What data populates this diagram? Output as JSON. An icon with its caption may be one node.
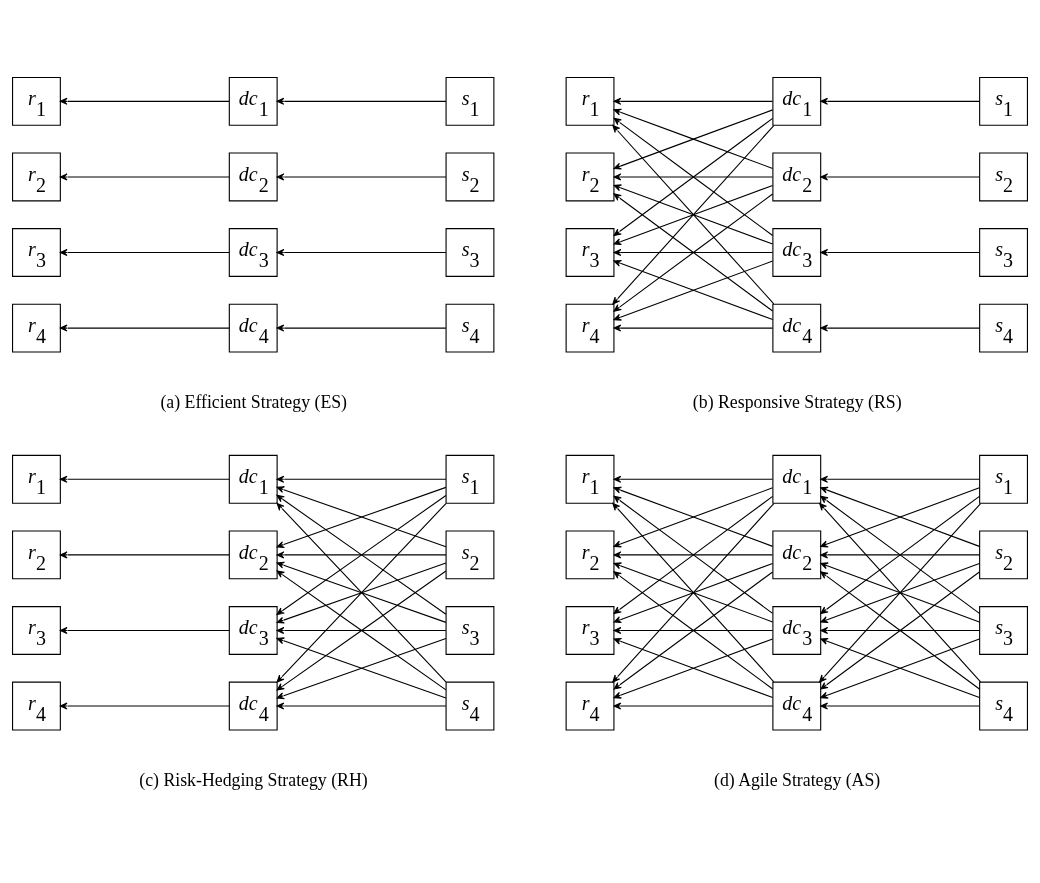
{
  "diagram": {
    "nodes": [
      {
        "text": [
          "r$_{1}$"
        ]
      },
      {
        "text": [
          "dc$_{1}$"
        ]
      },
      {
        "text": [
          "s$_{1}$"
        ]
      },
      {
        "text": [
          "r$_{2}$"
        ]
      },
      {
        "text": [
          "dc$_{2}$"
        ]
      },
      {
        "text": [
          "s$_{2}$"
        ]
      },
      {
        "text": [
          "r$_{3}$"
        ]
      },
      {
        "text": [
          "dc$_{3}$"
        ]
      },
      {
        "text": [
          "s$_{3}$"
        ]
      },
      {
        "text": [
          "r$_{4}$"
        ]
      },
      {
        "text": [
          "dc$_{4}$"
        ]
      },
      {
        "text": [
          "s$_{4}$"
        ]
      },
      {
        "text": [
          "r$_{1}$"
        ]
      },
      {
        "text": [
          "dc$_{1}$"
        ]
      },
      {
        "text": [
          "s$_{1}$"
        ]
      },
      {
        "text": [
          "r$_{2}$"
        ]
      },
      {
        "text": [
          "dc$_{2}$"
        ]
      },
      {
        "text": [
          "s$_{2}$"
        ]
      },
      {
        "text": [
          "r$_{3}$"
        ]
      },
      {
        "text": [
          "dc$_{3}$"
        ]
      },
      {
        "text": [
          "s$_{3}$"
        ]
      },
      {
        "text": [
          "r$_{4}$"
        ]
      },
      {
        "text": [
          "dc$_{4}$"
        ]
      },
      {
        "text": [
          "s$_{4}$"
        ]
      },
      {
        "text": [
          "r$_{1}$"
        ]
      },
      {
        "text": [
          "dc$_{1}$"
        ]
      },
      {
        "text": [
          "s$_{1}$"
        ]
      },
      {
        "text": [
          "r$_{2}$"
        ]
      },
      {
        "text": [
          "dc$_{2}$"
        ]
      },
      {
        "text": [
          "s$_{2}$"
        ]
      },
      {
        "text": [
          "r$_{3}$"
        ]
      },
      {
        "text": [
          "dc$_{3}$"
        ]
      },
      {
        "text": [
          "s$_{3}$"
        ]
      },
      {
        "text": [
          "r$_{4}$"
        ]
      },
      {
        "text": [
          "dc$_{4}$"
        ]
      },
      {
        "text": [
          "s$_{4}$"
        ]
      },
      {
        "text": [
          "r$_{1}$"
        ]
      },
      {
        "text": [
          "dc$_{1}$"
        ]
      },
      {
        "text": [
          "s$_{1}$"
        ]
      },
      {
        "text": [
          "r$_{2}$"
        ]
      },
      {
        "text": [
          "dc$_{2}$"
        ]
      },
      {
        "text": [
          "s$_{2}$"
        ]
      },
      {
        "text": [
          "r$_{3}$"
        ]
      },
      {
        "text": [
          "dc$_{3}$"
        ]
      },
      {
        "text": [
          "s$_{3}$"
        ]
      },
      {
        "text": [
          "r$_{4}$"
        ]
      },
      {
        "text": [
          "dc$_{4}$"
        ]
      },
      {
        "text": [
          "s$_{4}$"
        ]
      }
    ],
    "edges": [
      {
        "from": 2,
        "to": 1,
        "arrow": "to"
      },
      {
        "from": 1,
        "to": 0,
        "arrow": "to"
      },
      {
        "from": 5,
        "to": 4,
        "arrow": "to"
      },
      {
        "from": 4,
        "to": 3,
        "arrow": "to"
      },
      {
        "from": 8,
        "to": 7,
        "arrow": "to"
      },
      {
        "from": 7,
        "to": 6,
        "arrow": "to"
      },
      {
        "from": 11,
        "to": 10,
        "arrow": "to"
      },
      {
        "from": 10,
        "to": 9,
        "arrow": "to"
      },
      {
        "from": 14,
        "to": 13,
        "arrow": "to"
      },
      {
        "from": 17,
        "to": 16,
        "arrow": "to"
      },
      {
        "from": 20,
        "to": 19,
        "arrow": "to"
      },
      {
        "from": 23,
        "to": 22,
        "arrow": "to"
      },
      {
        "from": 13,
        "to": 12,
        "arrow": "to"
      },
      {
        "from": 13,
        "to": 15,
        "arrow": "to"
      },
      {
        "from": 13,
        "to": 18,
        "arrow": "to"
      },
      {
        "from": 13,
        "to": 21,
        "arrow": "to"
      },
      {
        "from": 16,
        "to": 12,
        "arrow": "to"
      },
      {
        "from": 16,
        "to": 15,
        "arrow": "to"
      },
      {
        "from": 16,
        "to": 18,
        "arrow": "to"
      },
      {
        "from": 16,
        "to": 21,
        "arrow": "to"
      },
      {
        "from": 19,
        "to": 12,
        "arrow": "to"
      },
      {
        "from": 19,
        "to": 15,
        "arrow": "to"
      },
      {
        "from": 19,
        "to": 18,
        "arrow": "to"
      },
      {
        "from": 19,
        "to": 21,
        "arrow": "to"
      },
      {
        "from": 22,
        "to": 12,
        "arrow": "to"
      },
      {
        "from": 22,
        "to": 15,
        "arrow": "to"
      },
      {
        "from": 22,
        "to": 18,
        "arrow": "to"
      },
      {
        "from": 22,
        "to": 21,
        "arrow": "to"
      },
      {
        "from": 26,
        "to": 25,
        "arrow": "to"
      },
      {
        "from": 26,
        "to": 28,
        "arrow": "to"
      },
      {
        "from": 26,
        "to": 31,
        "arrow": "to"
      },
      {
        "from": 26,
        "to": 34,
        "arrow": "to"
      },
      {
        "from": 29,
        "to": 25,
        "arrow": "to"
      },
      {
        "from": 29,
        "to": 28,
        "arrow": "to"
      },
      {
        "from": 29,
        "to": 31,
        "arrow": "to"
      },
      {
        "from": 29,
        "to": 34,
        "arrow": "to"
      },
      {
        "from": 32,
        "to": 25,
        "arrow": "to"
      },
      {
        "from": 32,
        "to": 28,
        "arrow": "to"
      },
      {
        "from": 32,
        "to": 31,
        "arrow": "to"
      },
      {
        "from": 32,
        "to": 34,
        "arrow": "to"
      },
      {
        "from": 35,
        "to": 25,
        "arrow": "to"
      },
      {
        "from": 35,
        "to": 28,
        "arrow": "to"
      },
      {
        "from": 35,
        "to": 31,
        "arrow": "to"
      },
      {
        "from": 35,
        "to": 34,
        "arrow": "to"
      },
      {
        "from": 25,
        "to": 24,
        "arrow": "to"
      },
      {
        "from": 28,
        "to": 27,
        "arrow": "to"
      },
      {
        "from": 31,
        "to": 30,
        "arrow": "to"
      },
      {
        "from": 34,
        "to": 33,
        "arrow": "to"
      },
      {
        "from": 38,
        "to": 37,
        "arrow": "to"
      },
      {
        "from": 38,
        "to": 40,
        "arrow": "to"
      },
      {
        "from": 38,
        "to": 43,
        "arrow": "to"
      },
      {
        "from": 38,
        "to": 46,
        "arrow": "to"
      },
      {
        "from": 41,
        "to": 37,
        "arrow": "to"
      },
      {
        "from": 41,
        "to": 40,
        "arrow": "to"
      },
      {
        "from": 41,
        "to": 43,
        "arrow": "to"
      },
      {
        "from": 41,
        "to": 46,
        "arrow": "to"
      },
      {
        "from": 44,
        "to": 37,
        "arrow": "to"
      },
      {
        "from": 44,
        "to": 40,
        "arrow": "to"
      },
      {
        "from": 44,
        "to": 43,
        "arrow": "to"
      },
      {
        "from": 44,
        "to": 46,
        "arrow": "to"
      },
      {
        "from": 47,
        "to": 37,
        "arrow": "to"
      },
      {
        "from": 47,
        "to": 40,
        "arrow": "to"
      },
      {
        "from": 47,
        "to": 43,
        "arrow": "to"
      },
      {
        "from": 47,
        "to": 46,
        "arrow": "to"
      },
      {
        "from": 37,
        "to": 36,
        "arrow": "to"
      },
      {
        "from": 37,
        "to": 39,
        "arrow": "to"
      },
      {
        "from": 37,
        "to": 42,
        "arrow": "to"
      },
      {
        "from": 37,
        "to": 45,
        "arrow": "to"
      },
      {
        "from": 40,
        "to": 36,
        "arrow": "to"
      },
      {
        "from": 40,
        "to": 39,
        "arrow": "to"
      },
      {
        "from": 40,
        "to": 42,
        "arrow": "to"
      },
      {
        "from": 40,
        "to": 45,
        "arrow": "to"
      },
      {
        "from": 43,
        "to": 36,
        "arrow": "to"
      },
      {
        "from": 43,
        "to": 39,
        "arrow": "to"
      },
      {
        "from": 43,
        "to": 42,
        "arrow": "to"
      },
      {
        "from": 43,
        "to": 45,
        "arrow": "to"
      },
      {
        "from": 46,
        "to": 36,
        "arrow": "to"
      },
      {
        "from": 46,
        "to": 39,
        "arrow": "to"
      },
      {
        "from": 46,
        "to": 42,
        "arrow": "to"
      },
      {
        "from": 46,
        "to": 45,
        "arrow": "to"
      }
    ],
    "labels": [
      "(a) Efficient Strategy (ES)",
      "(b) Responsive Strategy (RS)",
      "(c) Risk-Hedging Strategy (RH)",
      "(d) Agile Strategy (AS)"
    ]
  }
}
